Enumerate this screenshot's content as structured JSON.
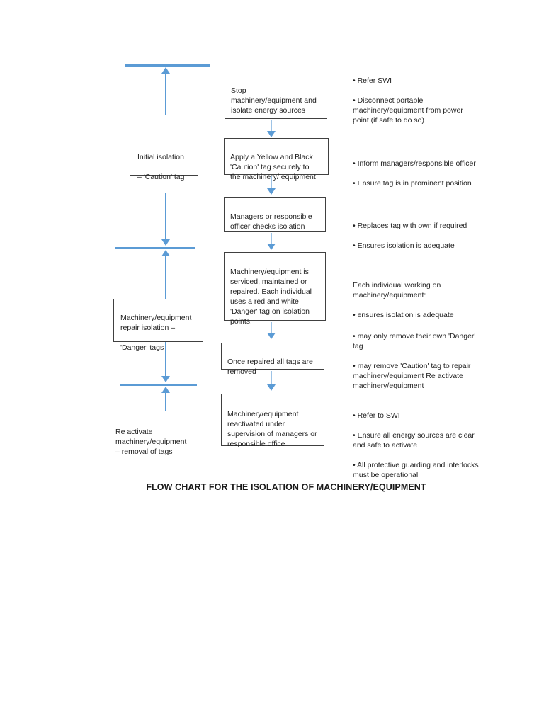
{
  "title": "FLOW CHART FOR THE ISOLATION OF MACHINERY/EQUIPMENT",
  "colors": {
    "accent_blue": "#5B9BD5",
    "connector_blue": "#9DC3E6",
    "box_border": "#404040",
    "text_color": "#1F1F1F"
  },
  "phases": [
    {
      "label": "Initial isolation\n\n– 'Caution' tag"
    },
    {
      "label": "Machinery/equipment\nrepair isolation –\n\n'Danger' tags"
    },
    {
      "label": "Re activate\nmachinery/equipment\n– removal of tags"
    }
  ],
  "steps": [
    {
      "text": "Stop\nmachinery/equipment and\nisolate energy sources"
    },
    {
      "text": "Apply a Yellow and Black\n'Caution' tag securely to\nthe machinery/ equipment"
    },
    {
      "text": "Managers or responsible\nofficer checks isolation"
    },
    {
      "text": "Machinery/equipment is\nserviced, maintained or\nrepaired. Each individual\nuses a red and white\n'Danger' tag on isolation\npoints."
    },
    {
      "text": "Once repaired all tags are\nremoved"
    },
    {
      "text": "Machinery/equipment\nreactivated under\nsupervision of managers or\nresponsible office"
    }
  ],
  "notes": [
    {
      "items": [
        "• Refer SWI",
        "• Disconnect portable\nmachinery/equipment from power\npoint (if safe to do so)"
      ]
    },
    {
      "items": [
        "• Inform managers/responsible officer",
        "• Ensure tag is in prominent position"
      ]
    },
    {
      "items": [
        "• Replaces tag with own if required",
        "• Ensures isolation is adequate"
      ]
    },
    {
      "header": "Each individual working on\nmachinery/equipment:",
      "items": [
        "• ensures isolation is adequate"
      ]
    },
    {
      "items": [
        "• may only remove their own 'Danger'\ntag",
        "• may remove 'Caution' tag to repair\nmachinery/equipment Re activate\nmachinery/equipment"
      ]
    },
    {
      "items": [
        "• Refer to SWI",
        "• Ensure all energy sources are clear\nand safe to activate",
        "• All protective guarding and interlocks\nmust be operational"
      ]
    }
  ]
}
